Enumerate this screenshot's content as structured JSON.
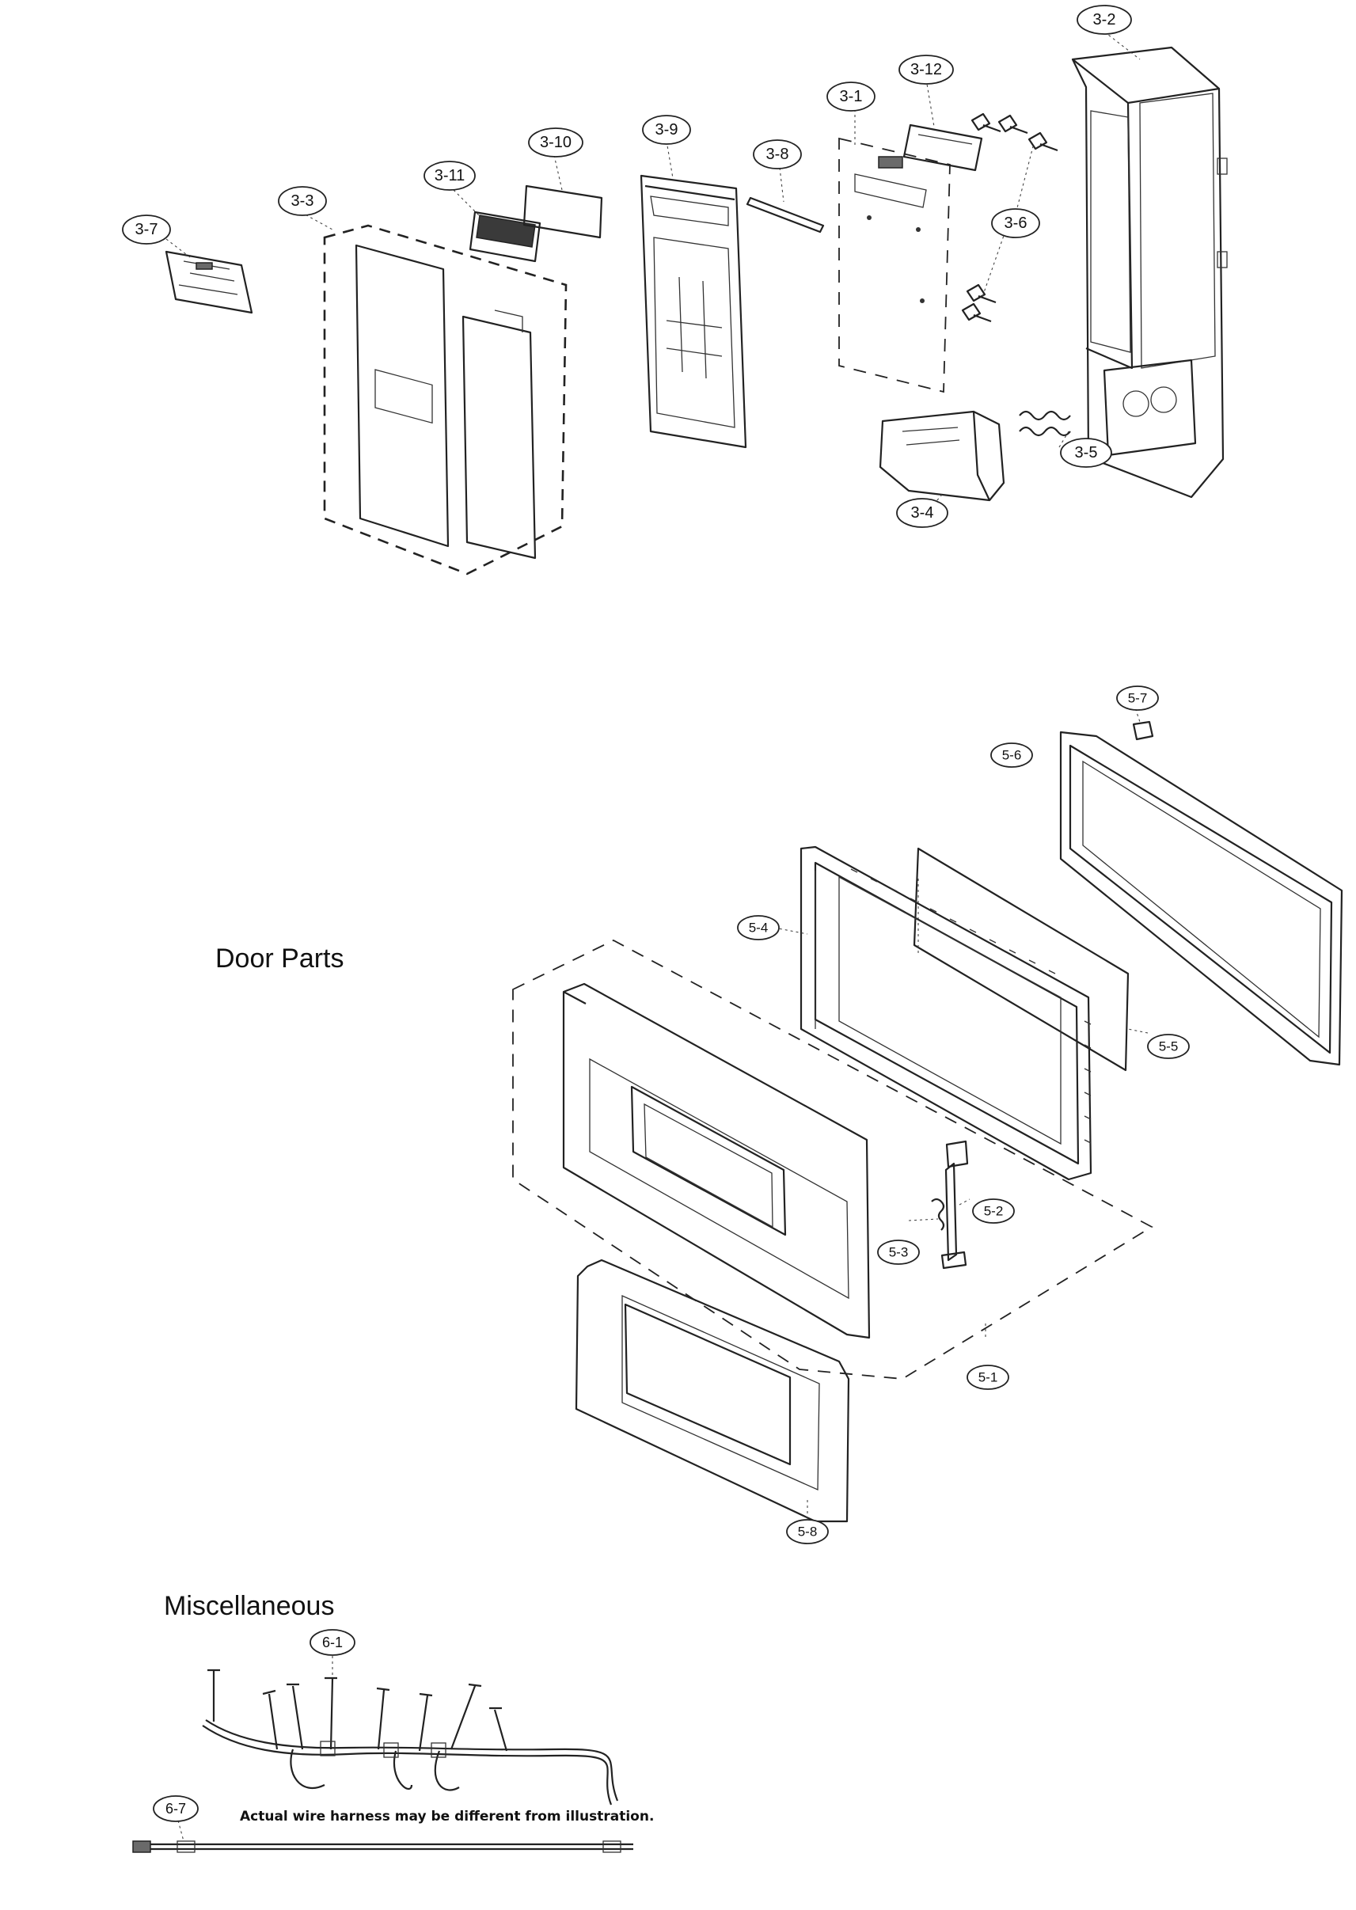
{
  "sections": {
    "door_parts": "Door Parts",
    "miscellaneous": "Miscellaneous"
  },
  "parts": {
    "p3_1": "3-1",
    "p3_2": "3-2",
    "p3_3": "3-3",
    "p3_4": "3-4",
    "p3_5": "3-5",
    "p3_6": "3-6",
    "p3_7": "3-7",
    "p3_8": "3-8",
    "p3_9": "3-9",
    "p3_10": "3-10",
    "p3_11": "3-11",
    "p3_12": "3-12",
    "p5_1": "5-1",
    "p5_2": "5-2",
    "p5_3": "5-3",
    "p5_4": "5-4",
    "p5_5": "5-5",
    "p5_6": "5-6",
    "p5_7": "5-7",
    "p5_8": "5-8",
    "p6_1": "6-1",
    "p6_7": "6-7"
  },
  "note": "Actual wire harness may be different from illustration."
}
